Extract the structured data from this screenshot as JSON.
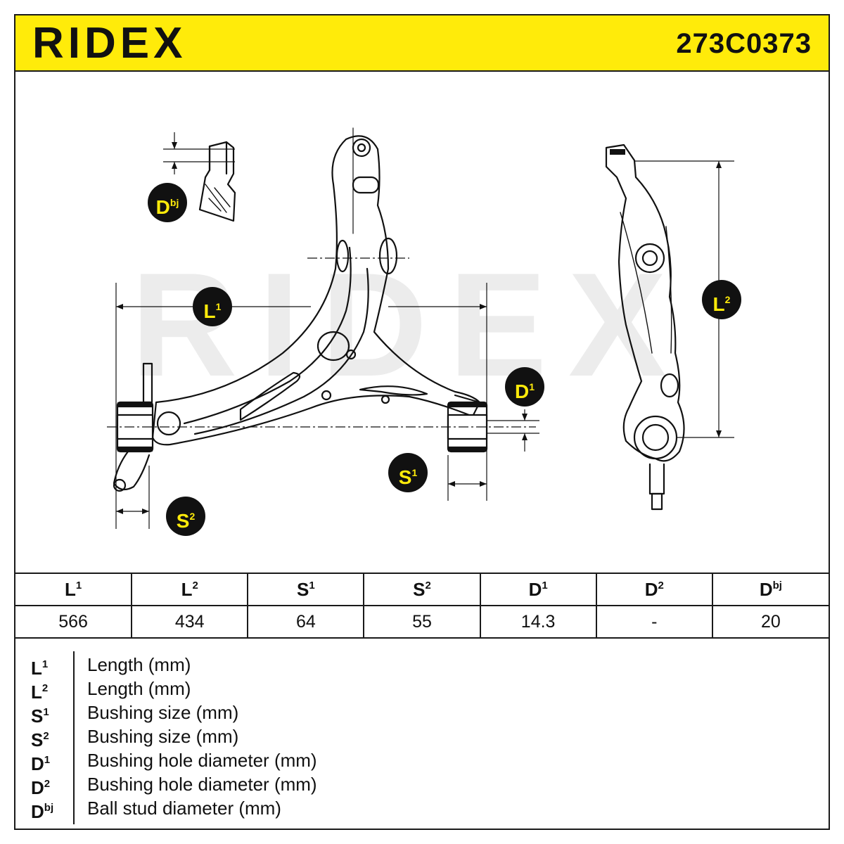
{
  "header": {
    "brand": "RIDEX",
    "part_number": "273C0373"
  },
  "colors": {
    "accent": "#ffeb0a",
    "ink": "#111111",
    "watermark": "#ececec"
  },
  "watermark": "RIDEX",
  "badges": [
    {
      "base": "D",
      "sup": "bj"
    },
    {
      "base": "L",
      "sup": "1"
    },
    {
      "base": "L",
      "sup": "2"
    },
    {
      "base": "D",
      "sup": "1"
    },
    {
      "base": "S",
      "sup": "1"
    },
    {
      "base": "S",
      "sup": "2"
    }
  ],
  "table": {
    "headers": [
      {
        "base": "L",
        "sup": "1"
      },
      {
        "base": "L",
        "sup": "2"
      },
      {
        "base": "S",
        "sup": "1"
      },
      {
        "base": "S",
        "sup": "2"
      },
      {
        "base": "D",
        "sup": "1"
      },
      {
        "base": "D",
        "sup": "2"
      },
      {
        "base": "D",
        "sup": "bj"
      }
    ],
    "values": [
      "566",
      "434",
      "64",
      "55",
      "14.3",
      "-",
      "20"
    ]
  },
  "legend": [
    {
      "base": "L",
      "sup": "1",
      "desc": "Length (mm)"
    },
    {
      "base": "L",
      "sup": "2",
      "desc": "Length (mm)"
    },
    {
      "base": "S",
      "sup": "1",
      "desc": "Bushing size (mm)"
    },
    {
      "base": "S",
      "sup": "2",
      "desc": "Bushing size (mm)"
    },
    {
      "base": "D",
      "sup": "1",
      "desc": "Bushing hole diameter (mm)"
    },
    {
      "base": "D",
      "sup": "2",
      "desc": "Bushing hole diameter (mm)"
    },
    {
      "base": "D",
      "sup": "bj",
      "desc": "Ball stud diameter (mm)"
    }
  ]
}
